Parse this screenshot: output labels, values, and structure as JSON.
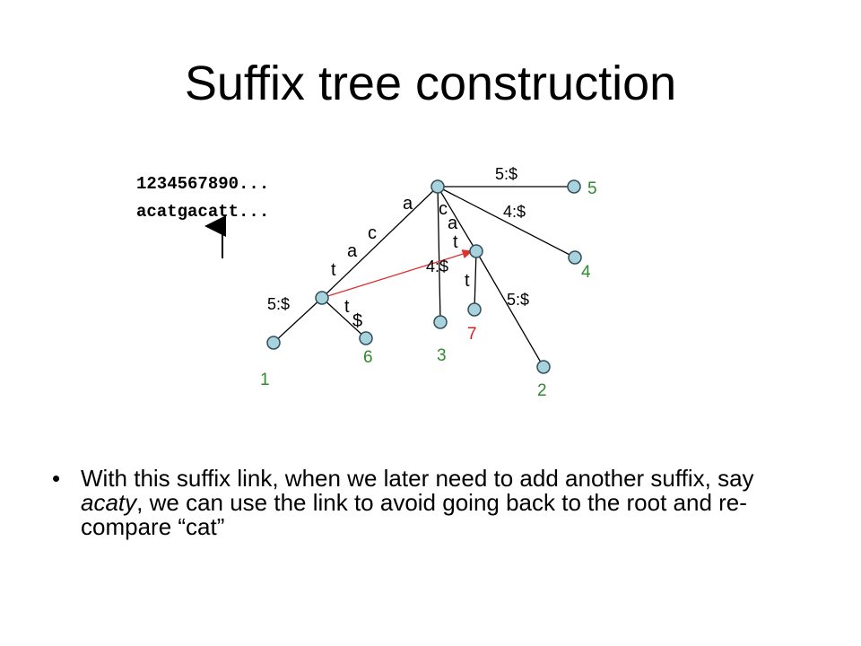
{
  "title": "Suffix tree construction",
  "index_line": "1234567890...",
  "string_line": "acatgacatt...",
  "edge_labels": {
    "root_to_5": "5:$",
    "root_to_4": "4:$",
    "internal_to_2": "5:$",
    "node3_edge": "4:$",
    "left_to_1": "5:$"
  },
  "letters": {
    "a1": "a",
    "c1": "c",
    "a2": "a",
    "t1": "t",
    "c2": "c",
    "a3": "a",
    "t2": "t",
    "t3": "t",
    "t4": "t",
    "dollar": "$"
  },
  "leaves": {
    "n1": "1",
    "n2": "2",
    "n3": "3",
    "n4": "4",
    "n5": "5",
    "n6": "6",
    "n7": "7"
  },
  "colors": {
    "leaf_green": "#2e8b2e",
    "new_leaf_red": "#d62020",
    "node_fill": "#a9d3dc",
    "link_red": "#e03030"
  },
  "bullet": {
    "dot": "•",
    "prefix": "With this suffix link, when we later need to add another suffix, say ",
    "emph": "acaty",
    "suffix": ", we can use the link to avoid going back to the root and re-compare “cat”"
  }
}
